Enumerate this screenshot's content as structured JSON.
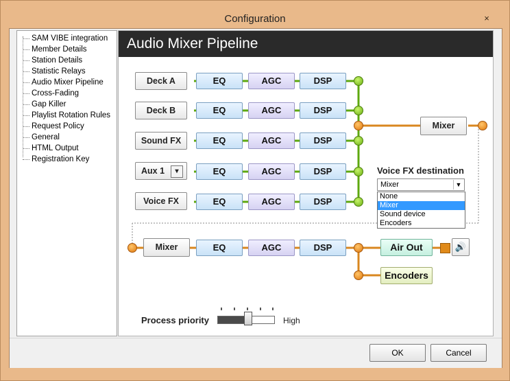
{
  "window": {
    "title": "Configuration",
    "close_glyph": "×"
  },
  "sidebar": {
    "items": [
      {
        "label": "SAM VIBE integration"
      },
      {
        "label": "Member Details"
      },
      {
        "label": "Station Details"
      },
      {
        "label": "Statistic Relays"
      },
      {
        "label": "Audio Mixer Pipeline"
      },
      {
        "label": "Cross-Fading"
      },
      {
        "label": "Gap Killer"
      },
      {
        "label": "Playlist Rotation Rules"
      },
      {
        "label": "Request Policy"
      },
      {
        "label": "General"
      },
      {
        "label": "HTML Output"
      },
      {
        "label": "Registration Key"
      }
    ]
  },
  "panel": {
    "title": "Audio Mixer Pipeline"
  },
  "pipeline": {
    "sources": [
      {
        "label": "Deck A"
      },
      {
        "label": "Deck B"
      },
      {
        "label": "Sound FX"
      },
      {
        "label": "Aux 1"
      },
      {
        "label": "Voice FX"
      }
    ],
    "eq_label": "EQ",
    "agc_label": "AGC",
    "dsp_label": "DSP",
    "mixer_label": "Mixer",
    "output_mixer_label": "Mixer",
    "air_out_label": "Air Out",
    "encoders_label": "Encoders",
    "aux_dropdown_glyph": "▾"
  },
  "voice_fx": {
    "label": "Voice FX destination",
    "selected": "Mixer",
    "options": [
      "None",
      "Mixer",
      "Sound device",
      "Encoders"
    ],
    "highlighted": "Mixer"
  },
  "priority": {
    "label": "Process priority",
    "value_label": "High",
    "level": 0.55
  },
  "footer": {
    "ok": "OK",
    "cancel": "Cancel"
  },
  "colors": {
    "green_line": "#5ea80f",
    "orange_line": "#d9871f",
    "header_bg": "#2a2a2a",
    "highlight": "#3399ff"
  }
}
